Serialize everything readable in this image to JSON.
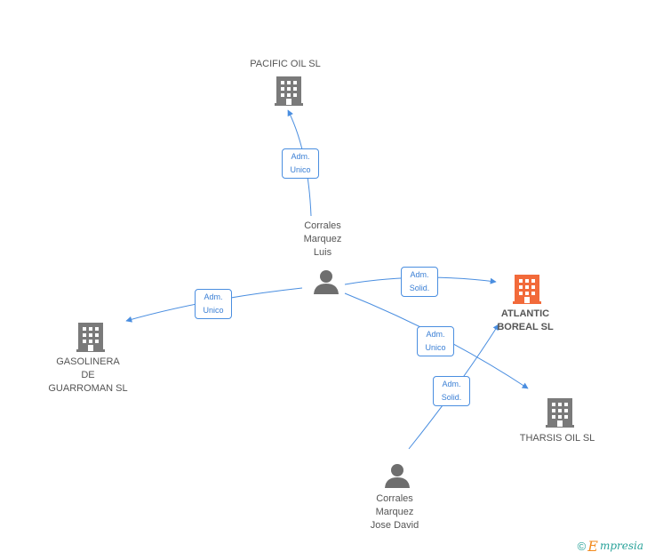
{
  "nodes": {
    "pacific": {
      "label": "PACIFIC OIL SL",
      "kind": "company"
    },
    "luis": {
      "label": "Corrales\nMarquez\nLuis",
      "kind": "person"
    },
    "atlantic": {
      "label": "ATLANTIC\nBOREAL SL",
      "kind": "company-main"
    },
    "gasolinera": {
      "label": "GASOLINERA\nDE\nGUARROMAN SL",
      "kind": "company"
    },
    "tharsis": {
      "label": "THARSIS OIL  SL",
      "kind": "company"
    },
    "jose": {
      "label": "Corrales\nMarquez\nJose David",
      "kind": "person"
    }
  },
  "edges": {
    "luis_pacific": {
      "label": "Adm.\nUnico"
    },
    "luis_atlantic": {
      "label": "Adm.\nSolid."
    },
    "luis_gasolinera": {
      "label": "Adm.\nUnico"
    },
    "luis_tharsis": {
      "label": "Adm.\nUnico"
    },
    "jose_atlantic": {
      "label": "Adm.\nSolid."
    }
  },
  "footer": {
    "copyright": "©",
    "brand_initial": "E",
    "brand_rest": "mpresia"
  },
  "colors": {
    "edge": "#4a8ee0",
    "company": "#7a7a7a",
    "main_company": "#f26a3a",
    "person": "#6e6e6e"
  }
}
